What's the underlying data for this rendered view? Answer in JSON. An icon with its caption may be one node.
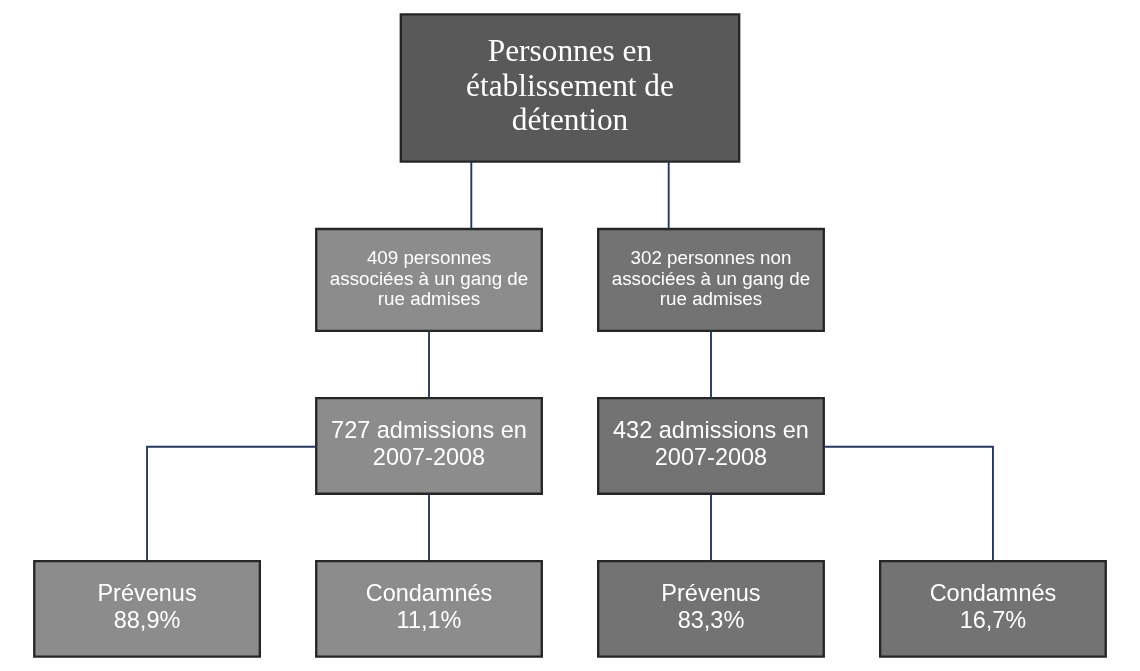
{
  "diagram": {
    "nodes": [
      {
        "text": [
          "Personnes en établissement de détention"
        ]
      },
      {
        "text": [
          "409 personnes associées à un gang de rue admises"
        ]
      },
      {
        "text": [
          "302 personnes non associées à un gang de rue admises"
        ]
      },
      {
        "text": [
          "727 admissions en 2007-2008"
        ]
      },
      {
        "text": [
          "432 admissions en 2007-2008"
        ]
      },
      {
        "text": [
          "Prévenus",
          "88,9%"
        ]
      },
      {
        "text": [
          "Condamnés",
          "11,1%"
        ]
      },
      {
        "text": [
          "Prévenus",
          "83,3%"
        ]
      },
      {
        "text": [
          "Condamnés",
          "16,7%"
        ]
      }
    ],
    "edges": [
      {
        "from": 0,
        "to": 1,
        "arrow": "none"
      },
      {
        "from": 0,
        "to": 2,
        "arrow": "none"
      },
      {
        "from": 1,
        "to": 3,
        "arrow": "none"
      },
      {
        "from": 2,
        "to": 4,
        "arrow": "none"
      },
      {
        "from": 3,
        "to": 5,
        "arrow": "none"
      },
      {
        "from": 3,
        "to": 6,
        "arrow": "none"
      },
      {
        "from": 4,
        "to": 7,
        "arrow": "none"
      },
      {
        "from": 4,
        "to": 8,
        "arrow": "none"
      }
    ]
  }
}
